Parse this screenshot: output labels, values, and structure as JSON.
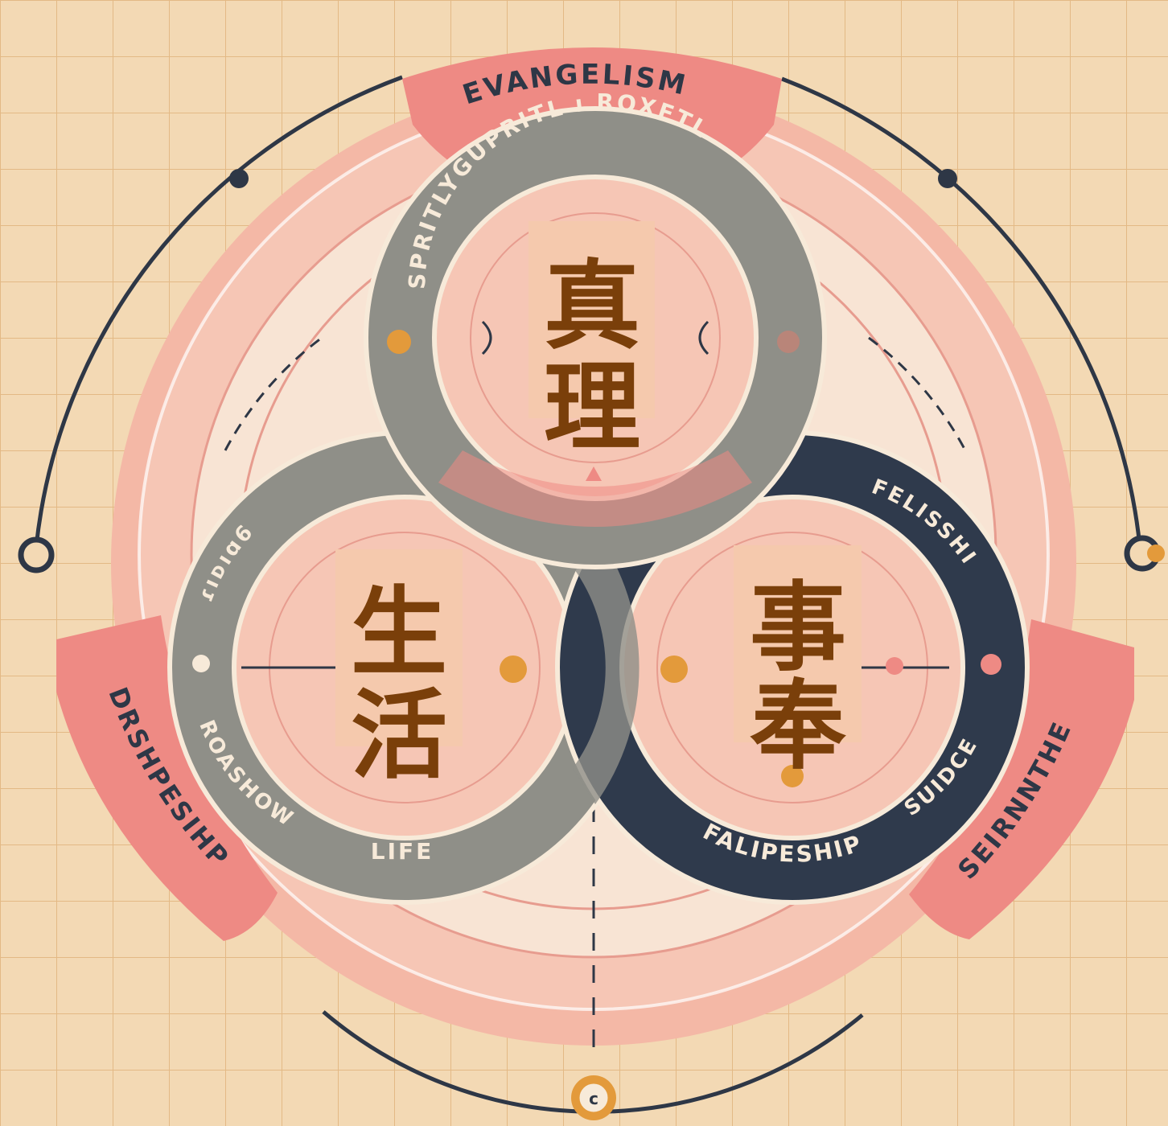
{
  "labels": {
    "top_banner": "EVANGELISM",
    "left_banner": "DRSHPESIHP",
    "right_banner": "SEIRNNTHE",
    "top_ring": "SPRITLYGUPRITL ı ROXETL",
    "left_ring_upper": "ɾıᴅıɑ6",
    "left_ring_lower": "ROASHOW",
    "left_ring_bottom": "LIFE",
    "right_ring_upper": "FELISSHI",
    "right_ring_side": "SUIDCE",
    "right_ring_bottom": "FALIPESHIP",
    "bottom_marker": "c"
  },
  "circles": {
    "top": {
      "line1": "真",
      "line2": "理"
    },
    "left": {
      "line1": "生",
      "line2": "活"
    },
    "right": {
      "line1": "事",
      "line2": "奉"
    }
  },
  "colors": {
    "background": "#f3d9b4",
    "grid": "#e3b985",
    "salmon": "#ee8a84",
    "pale_pink": "#f6c6b5",
    "cream": "#f8e4d4",
    "grey_ring": "#8f8f88",
    "navy_ring": "#2f3a4c",
    "dark_line": "#2e3746",
    "cjk_text": "#7a3f0a",
    "cjk_box": "#f5c9ad",
    "dot_orange": "#e39a3b"
  }
}
